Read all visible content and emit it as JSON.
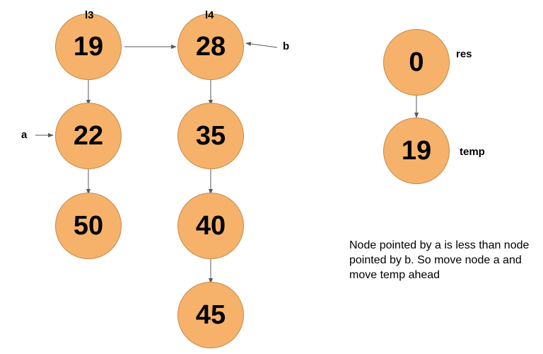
{
  "nodes": {
    "l3_head": "19",
    "l3_second": "22",
    "l3_third": "50",
    "l4_head": "28",
    "l4_second": "35",
    "l4_third": "40",
    "l4_fourth": "45",
    "res": "0",
    "temp": "19"
  },
  "labels": {
    "l3": "l3",
    "l4": "l4",
    "a": "a",
    "b": "b",
    "res": "res",
    "temp": "temp"
  },
  "note": "Node pointed by a is less than node pointed by b. So move node a and move temp ahead",
  "colors": {
    "node_fill": "#f6b26b",
    "arrow": "#595959"
  }
}
